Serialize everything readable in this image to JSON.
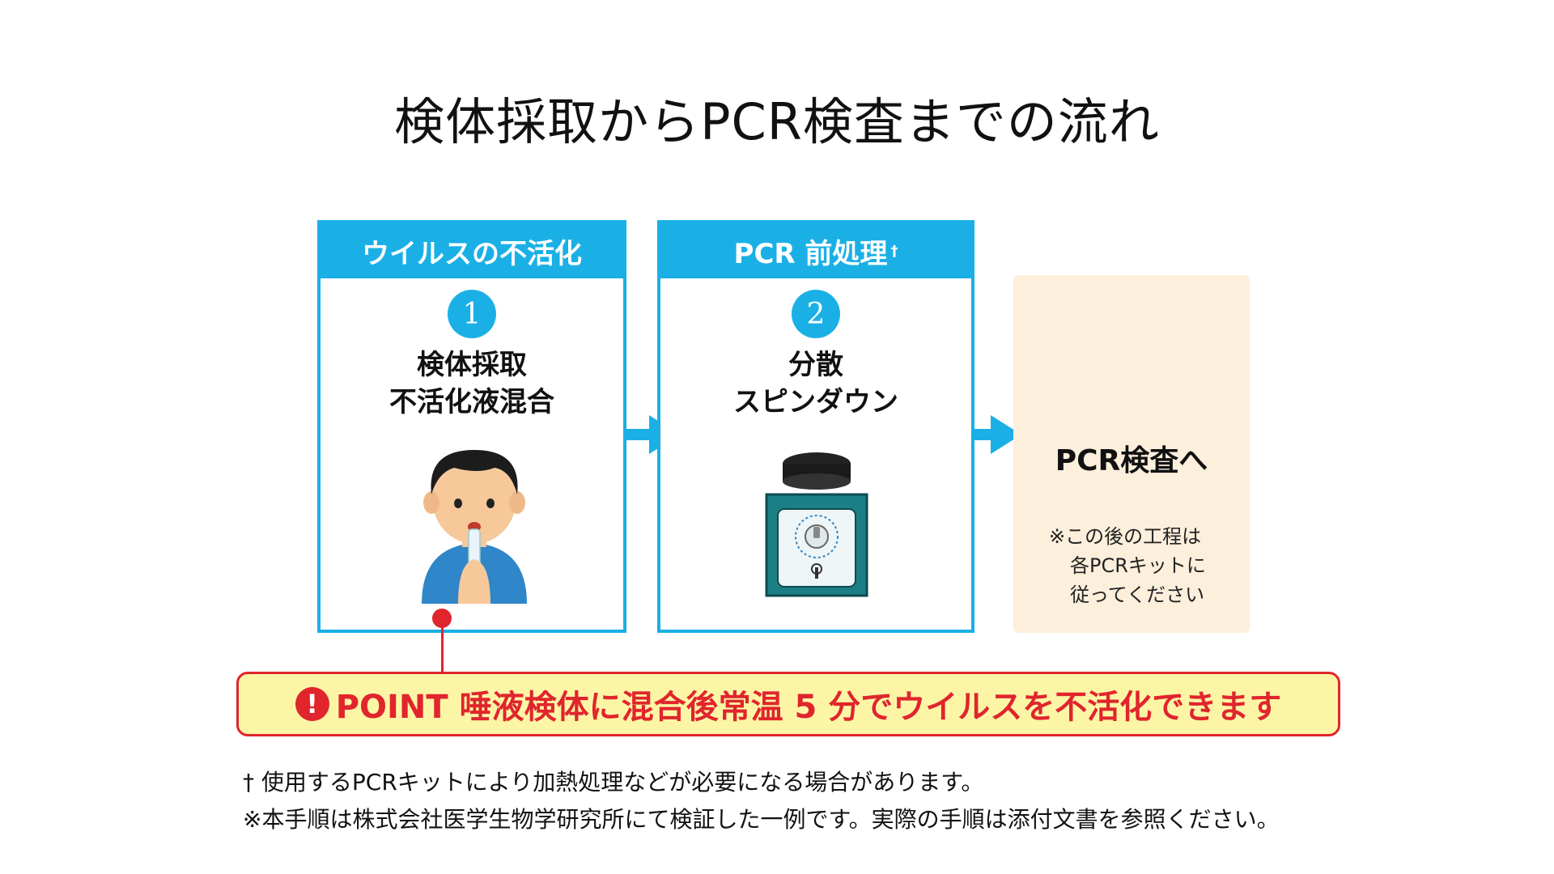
{
  "title": "検体採取からPCR検査までの流れ",
  "steps": [
    {
      "header": "ウイルスの不活化",
      "number": "1",
      "lines": [
        "検体採取",
        "不活化液混合"
      ],
      "illustration": "person-saliva-collection-illustration"
    },
    {
      "header": "PCR 前処理",
      "header_mark": "†",
      "number": "2",
      "lines": [
        "分散",
        "スピンダウン"
      ],
      "illustration": "vortex-mixer-illustration"
    }
  ],
  "final": {
    "title": "PCR検査へ",
    "note": [
      "※この後の工程は",
      "各PCRキットに",
      "従ってください"
    ]
  },
  "point": {
    "icon": "!",
    "text": "POINT 唾液検体に混合後常温 5 分でウイルスを不活化できます"
  },
  "footnotes": [
    "† 使用するPCRキットにより加熱処理などが必要になる場合があります。",
    "※本手順は株式会社医学生物学研究所にて検証した一例です。実際の手順は添付文書を参照ください。"
  ],
  "colors": {
    "accent": "#1ab0e6",
    "alert": "#e0252d",
    "point_bg": "#fdf5a6",
    "final_bg": "#fcefdc"
  }
}
